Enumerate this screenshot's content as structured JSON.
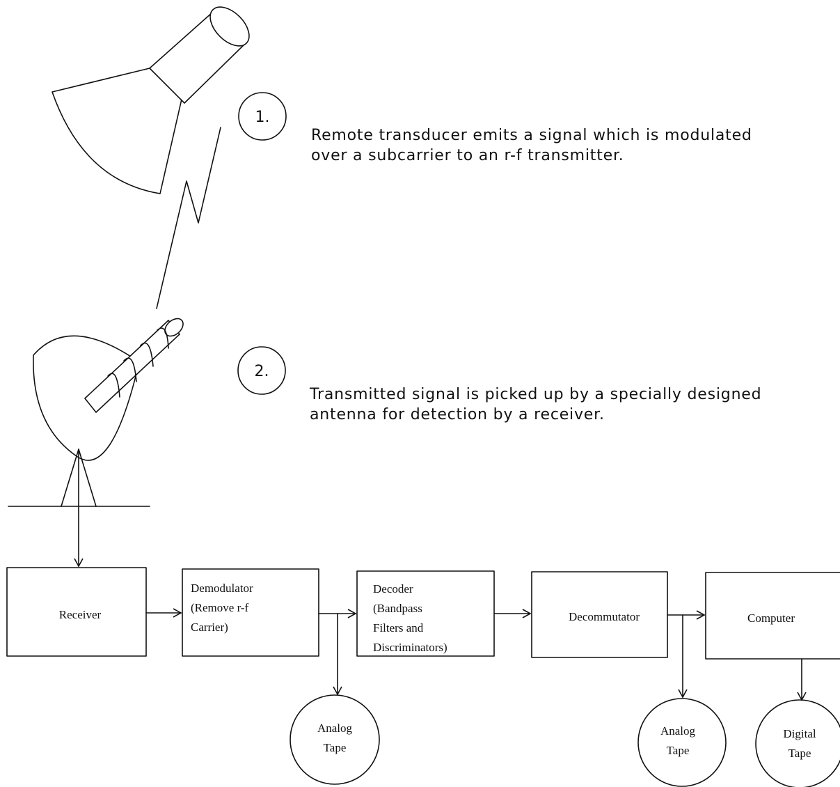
{
  "steps": [
    {
      "number": "1.",
      "lines": [
        "Remote transducer emits a signal which is modulated",
        "over a subcarrier to an r-f transmitter."
      ]
    },
    {
      "number": "2.",
      "lines": [
        "Transmitted signal is picked up by a specially designed",
        "antenna for detection by a receiver."
      ]
    }
  ],
  "blocks": {
    "receiver": [
      "Receiver"
    ],
    "demodulator": [
      "Demodulator",
      "(Remove r-f",
      "Carrier)"
    ],
    "decoder": [
      "Decoder",
      "(Bandpass",
      "Filters and",
      "Discriminators)"
    ],
    "decommutator": [
      "Decommutator"
    ],
    "computer": [
      "Computer"
    ]
  },
  "tapes": {
    "analog_tape_1": [
      "Analog",
      "Tape"
    ],
    "analog_tape_2": [
      "Analog",
      "Tape"
    ],
    "digital_tape": [
      "Digital",
      "Tape"
    ]
  }
}
